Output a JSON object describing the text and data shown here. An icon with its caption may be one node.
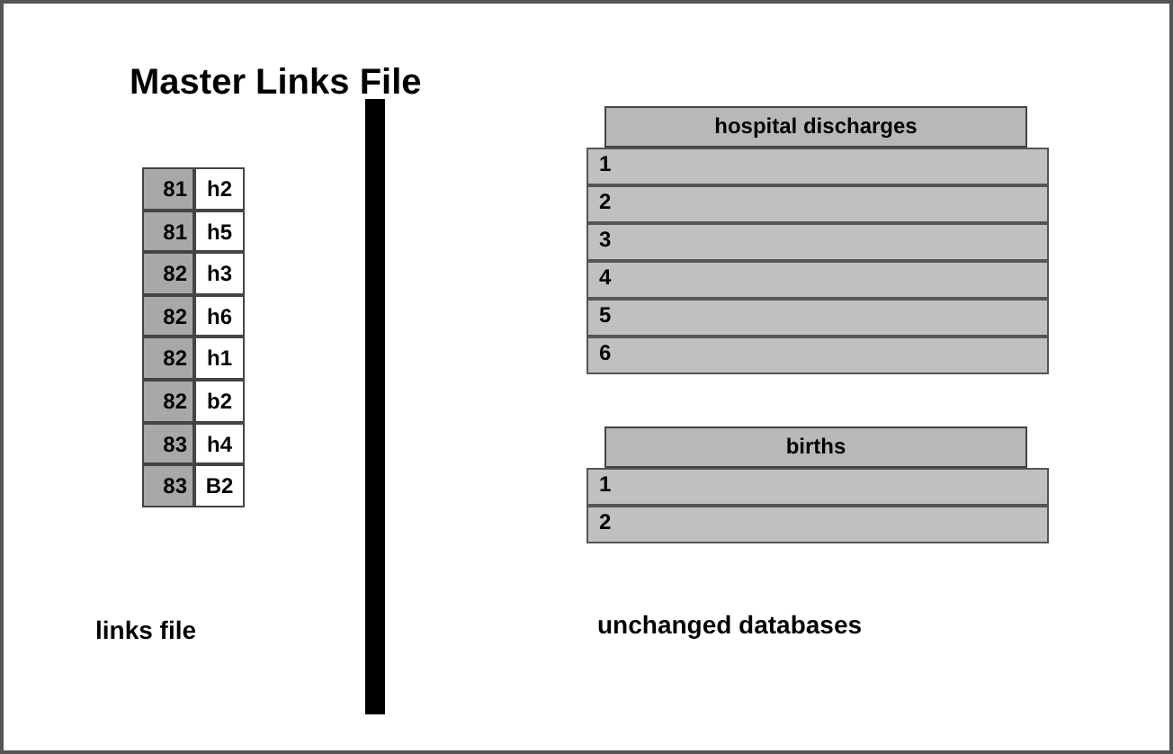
{
  "diagram": {
    "title": "Master Links File",
    "nodes": [
      {
        "text": [
          "hospital discharges"
        ]
      },
      {
        "text": [
          "1"
        ]
      },
      {
        "text": [
          "2"
        ]
      },
      {
        "text": [
          "3"
        ]
      },
      {
        "text": [
          "4"
        ]
      },
      {
        "text": [
          "5"
        ]
      },
      {
        "text": [
          "6"
        ]
      },
      {
        "text": [
          "births"
        ]
      },
      {
        "text": [
          "1"
        ]
      },
      {
        "text": [
          "2"
        ]
      }
    ],
    "labels": [
      "81",
      "h2",
      "81",
      "h5",
      "82",
      "h3",
      "82",
      "h6",
      "82",
      "h1",
      "82",
      "b2",
      "83",
      "h4",
      "83",
      "B2",
      "links file",
      "unchanged databases"
    ]
  }
}
